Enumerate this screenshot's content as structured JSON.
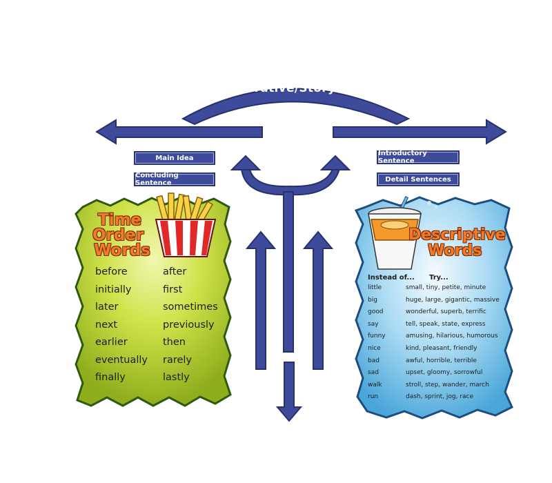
{
  "title": "Narrative/Story",
  "labels": {
    "main_idea": "Main Idea",
    "concluding_sentence": "Concluding Sentence",
    "introductory_sentence": "Introductory Sentence",
    "detail_sentences": "Detail Sentences"
  },
  "time_order": {
    "heading": [
      "Time",
      "Order",
      "Words"
    ],
    "left_words": [
      "before",
      "initially",
      "later",
      "next",
      "earlier",
      "eventually",
      "finally"
    ],
    "right_words": [
      "after",
      "first",
      "sometimes",
      "previously",
      "then",
      "rarely",
      "lastly"
    ]
  },
  "descriptive": {
    "heading": [
      "Descriptive",
      "Words"
    ],
    "col_instead": "Instead of...",
    "col_try": "Try...",
    "rows": [
      {
        "word": "little",
        "try": "small, tiny, petite, minute"
      },
      {
        "word": "big",
        "try": "huge, large, gigantic, massive"
      },
      {
        "word": "good",
        "try": "wonderful, superb, terrific"
      },
      {
        "word": "say",
        "try": "tell, speak, state, express"
      },
      {
        "word": "funny",
        "try": "amusing, hilarious, humorous"
      },
      {
        "word": "nice",
        "try": "kind, pleasant, friendly"
      },
      {
        "word": "bad",
        "try": "awful, horrible, terrible"
      },
      {
        "word": "sad",
        "try": "upset, gloomy, sorrowful"
      },
      {
        "word": "walk",
        "try": "stroll, step, wander, march"
      },
      {
        "word": "run",
        "try": "dash, sprint, jog, race"
      }
    ]
  },
  "colors": {
    "arrow_blue": "#3d4b9a",
    "arrow_dark": "#26306e",
    "green_panel": "#c4dc3a",
    "blue_panel": "#9fd3ef",
    "heading_orange": "#f47a2b"
  }
}
